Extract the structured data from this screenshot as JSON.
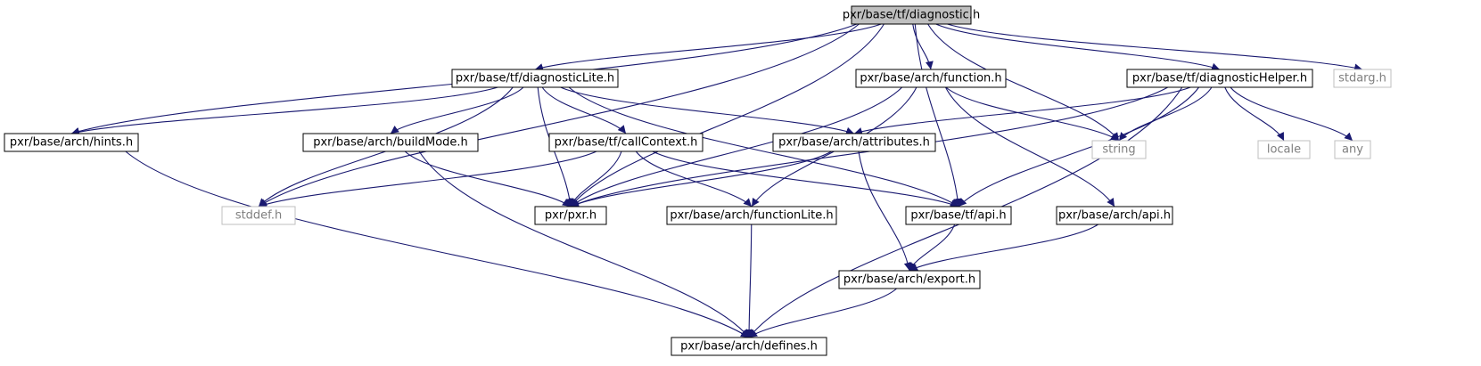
{
  "colors": {
    "edge": "#191970",
    "node_border": "#000000",
    "node_border_external": "#bfbfbf",
    "node_fill": "#ffffff",
    "node_fill_root": "#bfbfbf",
    "node_text": "#000000",
    "node_text_external": "#7f7f7f"
  },
  "nodes": [
    {
      "id": "diagnostic",
      "label": "pxr/base/tf/diagnostic.h",
      "kind": "root"
    },
    {
      "id": "diagnosticLite",
      "label": "pxr/base/tf/diagnosticLite.h",
      "kind": "file"
    },
    {
      "id": "function",
      "label": "pxr/base/arch/function.h",
      "kind": "file"
    },
    {
      "id": "diagnosticHelper",
      "label": "pxr/base/tf/diagnosticHelper.h",
      "kind": "file"
    },
    {
      "id": "stdarg",
      "label": "stdarg.h",
      "kind": "external"
    },
    {
      "id": "hints",
      "label": "pxr/base/arch/hints.h",
      "kind": "file"
    },
    {
      "id": "buildMode",
      "label": "pxr/base/arch/buildMode.h",
      "kind": "file"
    },
    {
      "id": "callContext",
      "label": "pxr/base/tf/callContext.h",
      "kind": "file"
    },
    {
      "id": "attributes",
      "label": "pxr/base/arch/attributes.h",
      "kind": "file"
    },
    {
      "id": "string",
      "label": "string",
      "kind": "external"
    },
    {
      "id": "locale",
      "label": "locale",
      "kind": "external"
    },
    {
      "id": "any",
      "label": "any",
      "kind": "external"
    },
    {
      "id": "stddef",
      "label": "stddef.h",
      "kind": "external"
    },
    {
      "id": "pxr",
      "label": "pxr/pxr.h",
      "kind": "file"
    },
    {
      "id": "functionLite",
      "label": "pxr/base/arch/functionLite.h",
      "kind": "file"
    },
    {
      "id": "tfapi",
      "label": "pxr/base/tf/api.h",
      "kind": "file"
    },
    {
      "id": "archapi",
      "label": "pxr/base/arch/api.h",
      "kind": "file"
    },
    {
      "id": "export",
      "label": "pxr/base/arch/export.h",
      "kind": "file"
    },
    {
      "id": "defines",
      "label": "pxr/base/arch/defines.h",
      "kind": "file"
    }
  ],
  "edges": [
    [
      "diagnostic",
      "diagnosticLite"
    ],
    [
      "diagnostic",
      "function"
    ],
    [
      "diagnostic",
      "diagnosticHelper"
    ],
    [
      "diagnostic",
      "stdarg"
    ],
    [
      "diagnostic",
      "hints"
    ],
    [
      "diagnostic",
      "stddef"
    ],
    [
      "diagnostic",
      "pxr"
    ],
    [
      "diagnostic",
      "string"
    ],
    [
      "diagnostic",
      "tfapi"
    ],
    [
      "diagnosticLite",
      "hints"
    ],
    [
      "diagnosticLite",
      "buildMode"
    ],
    [
      "diagnosticLite",
      "callContext"
    ],
    [
      "diagnosticLite",
      "attributes"
    ],
    [
      "diagnosticLite",
      "stddef"
    ],
    [
      "diagnosticLite",
      "pxr"
    ],
    [
      "diagnosticLite",
      "tfapi"
    ],
    [
      "function",
      "pxr"
    ],
    [
      "function",
      "string"
    ],
    [
      "function",
      "functionLite"
    ],
    [
      "function",
      "archapi"
    ],
    [
      "diagnosticHelper",
      "attributes"
    ],
    [
      "diagnosticHelper",
      "string"
    ],
    [
      "diagnosticHelper",
      "locale"
    ],
    [
      "diagnosticHelper",
      "any"
    ],
    [
      "diagnosticHelper",
      "pxr"
    ],
    [
      "diagnosticHelper",
      "tfapi"
    ],
    [
      "diagnosticHelper",
      "defines"
    ],
    [
      "hints",
      "defines"
    ],
    [
      "buildMode",
      "pxr"
    ],
    [
      "buildMode",
      "defines"
    ],
    [
      "callContext",
      "stddef"
    ],
    [
      "callContext",
      "pxr"
    ],
    [
      "callContext",
      "functionLite"
    ],
    [
      "callContext",
      "tfapi"
    ],
    [
      "attributes",
      "pxr"
    ],
    [
      "attributes",
      "export"
    ],
    [
      "functionLite",
      "defines"
    ],
    [
      "tfapi",
      "export"
    ],
    [
      "archapi",
      "export"
    ],
    [
      "export",
      "defines"
    ]
  ]
}
